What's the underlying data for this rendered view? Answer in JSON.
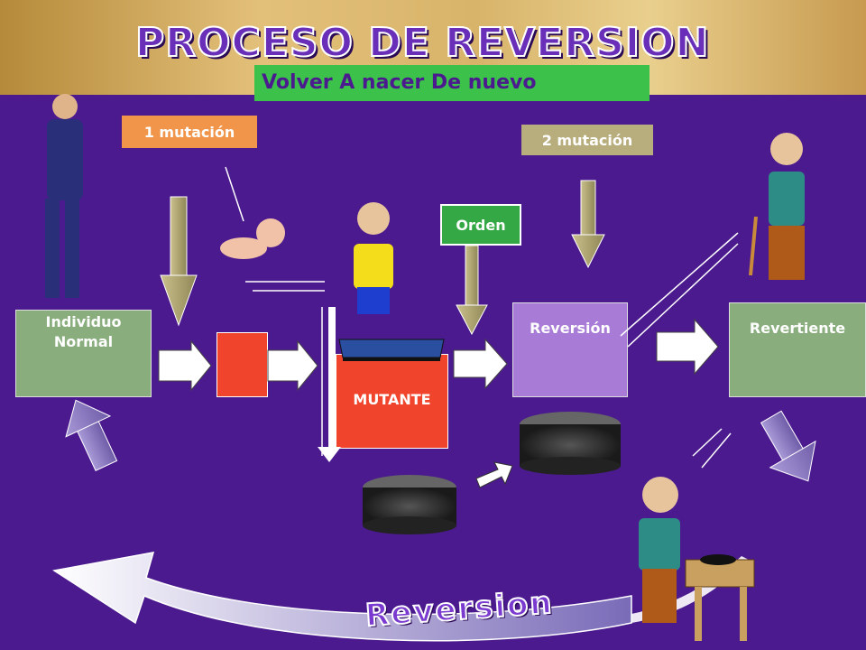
{
  "title": "PROCESO DE REVERSION",
  "subtitle": "Volver A nacer De nuevo",
  "tags": {
    "mutation1": "1 mutación",
    "mutation2": "2 mutación",
    "order": "Orden"
  },
  "boxes": {
    "normal": "Individuo Normal",
    "mutant": "MUTANTE",
    "reversion": "Reversión",
    "revertant": "Revertiente"
  },
  "bottom_label": "Reversion",
  "colors": {
    "background": "#4b1a8e",
    "green_box": "#8aad7e",
    "orange_tag": "#f0954a",
    "khaki_tag": "#b8ad7c",
    "red_box": "#f0452c",
    "lavender_box": "#a77bd6",
    "order_box": "#33a844"
  }
}
